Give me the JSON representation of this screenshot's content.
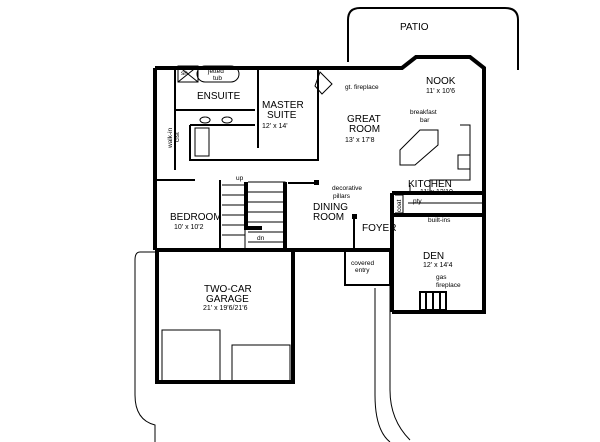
{
  "floor_plan": {
    "rooms": {
      "patio": {
        "name": "PATIO"
      },
      "nook": {
        "name": "NOOK",
        "size": "11' x 10'6"
      },
      "ensuite": {
        "name": "ENSUITE"
      },
      "master_suite": {
        "name_line1": "MASTER",
        "name_line2": "SUITE",
        "size": "12' x 14'"
      },
      "great_room": {
        "name_line1": "GREAT",
        "name_line2": "ROOM",
        "size": "13' x 17'8"
      },
      "kitchen": {
        "name": "KITCHEN",
        "size": "11' x 12'10"
      },
      "bedroom": {
        "name": "BEDROOM",
        "size": "10' x 10'2"
      },
      "dining_room": {
        "name_line1": "DINING",
        "name_line2": "ROOM"
      },
      "foyer": {
        "name": "FOYER"
      },
      "den": {
        "name": "DEN",
        "size": "12' x 14'4"
      },
      "covered_entry": {
        "line1": "covered",
        "line2": "entry"
      },
      "garage": {
        "name_line1": "TWO-CAR",
        "name_line2": "GARAGE",
        "size": "21' x 19'6/21'6"
      }
    },
    "annotations": {
      "shower": "sh",
      "jetted_tub_line1": "jetted",
      "jetted_tub_line2": "tub",
      "walk_in_closet_line1": "walk-in",
      "walk_in_closet_line2": "clst",
      "gt_fireplace": "gt. fireplace",
      "breakfast_line1": "breakfast",
      "breakfast_line2": "bar",
      "decorative_line1": "decorative",
      "decorative_line2": "pillars",
      "pantry": "pty",
      "coat": "coat",
      "built_ins": "built-ins",
      "up": "up",
      "dn": "dn",
      "gas_line1": "gas",
      "gas_line2": "fireplace"
    }
  }
}
